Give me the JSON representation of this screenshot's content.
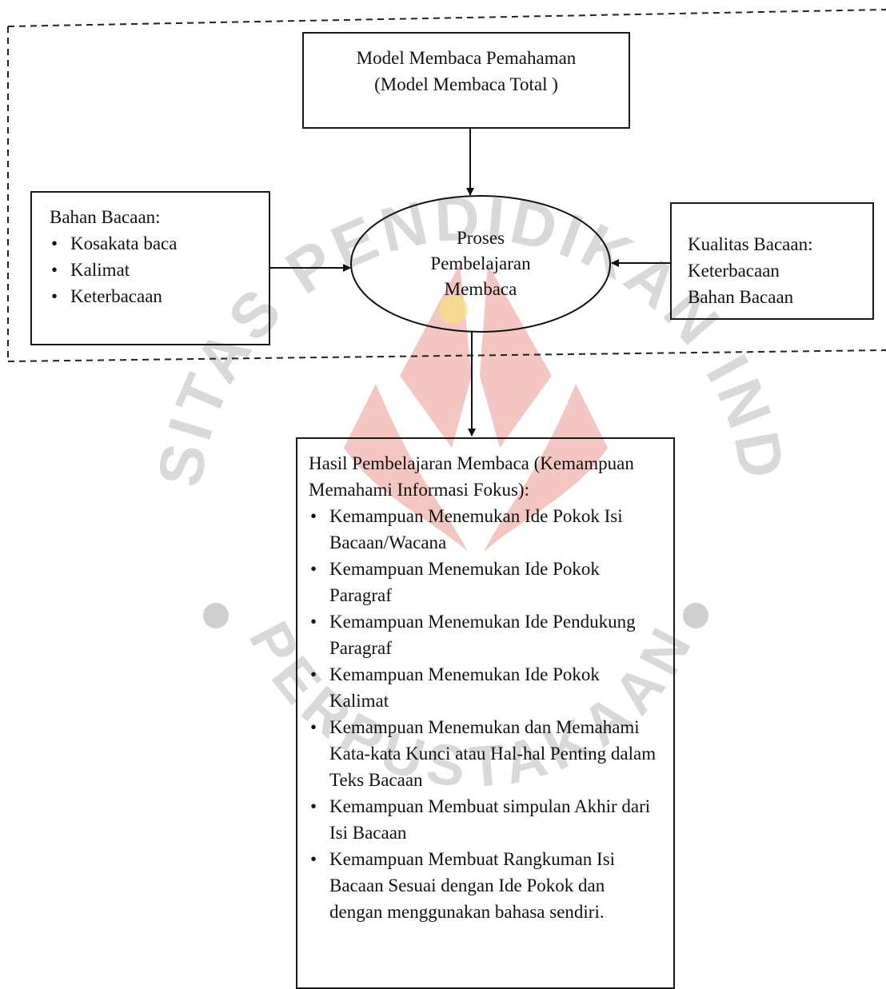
{
  "top_box": {
    "line1": "Model Membaca  Pemahaman",
    "line2": "(Model  Membaca Total )"
  },
  "left_box": {
    "title": "Bahan Bacaan:",
    "items": [
      "Kosakata baca",
      "Kalimat",
      "Keterbacaan"
    ]
  },
  "center": {
    "line1": "Proses",
    "line2": "Pembelajaran",
    "line3": "Membaca"
  },
  "right_box": {
    "line1": "Kualitas  Bacaan:",
    "line2": "Keterbacaan",
    "line3": "Bahan Bacaan"
  },
  "bottom_box": {
    "title": "Hasil Pembelajaran Membaca (Kemampuan Memahami Informasi Fokus):",
    "items": [
      "Kemampuan Menemukan Ide Pokok Isi Bacaan/Wacana",
      "Kemampuan Menemukan Ide Pokok Paragraf",
      "Kemampuan Menemukan Ide Pendukung Paragraf",
      "Kemampuan Menemukan Ide Pokok Kalimat",
      "Kemampuan Menemukan dan Memahami Kata-kata Kunci atau Hal-hal Penting dalam Teks Bacaan",
      "Kemampuan Membuat simpulan Akhir dari Isi Bacaan",
      "Kemampuan Membuat  Rangkuman Isi Bacaan Sesuai dengan Ide Pokok dan dengan menggunakan bahasa sendiri."
    ]
  },
  "watermark": {
    "arc_text": "UNIVERSITAS PENDIDIKAN INDONESIA",
    "bottom_text": "PERPUSTAKAAN",
    "color": "#f3c6c2",
    "accent": "#f6e27a"
  }
}
